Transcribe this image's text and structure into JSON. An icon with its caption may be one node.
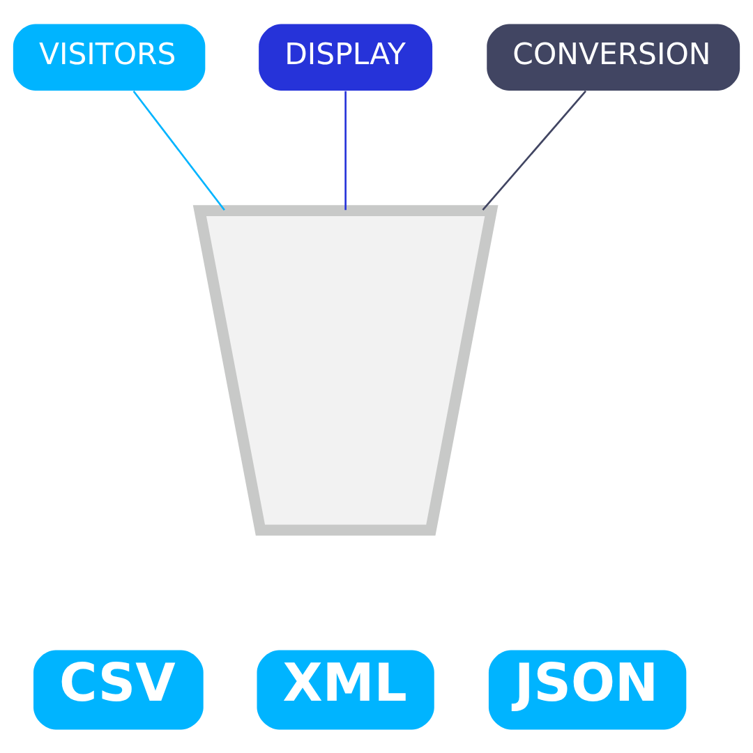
{
  "diagram": {
    "nodes": [
      {
        "text": [
          "VISITORS"
        ]
      },
      {
        "text": [
          "DISPLAY"
        ]
      },
      {
        "text": [
          "CONVERSION"
        ]
      },
      {
        "text": [],
        "shape": "funnel"
      },
      {
        "text": [
          "CSV"
        ]
      },
      {
        "text": [
          "XML"
        ]
      },
      {
        "text": [
          "JSON"
        ]
      }
    ],
    "edges": [
      {
        "from": 0,
        "to": 3,
        "arrow": "none",
        "color": "#00b4ff"
      },
      {
        "from": 1,
        "to": 3,
        "arrow": "none",
        "color": "#2633d9"
      },
      {
        "from": 2,
        "to": 3,
        "arrow": "none",
        "color": "#414562"
      }
    ]
  }
}
